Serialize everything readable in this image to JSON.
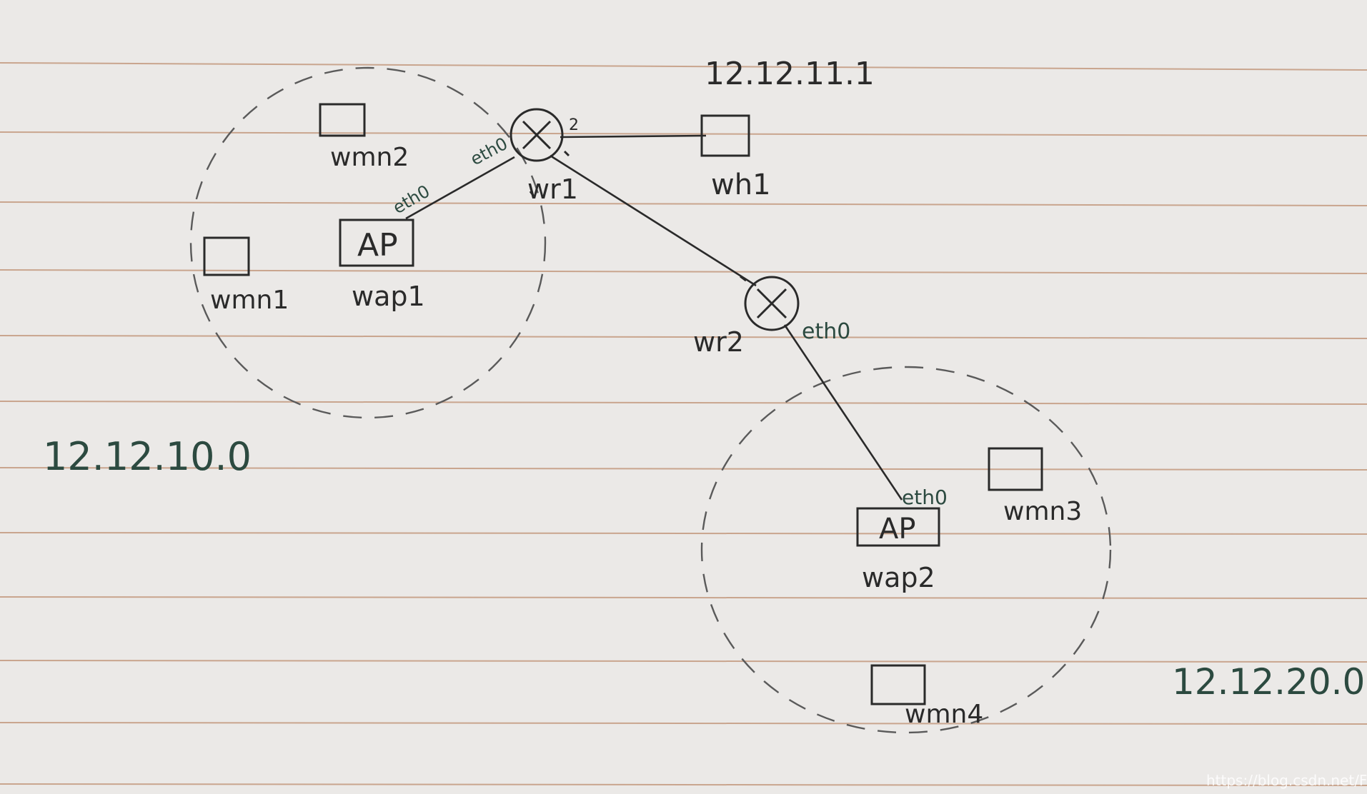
{
  "diagram": {
    "networks": {
      "net1": "12.12.10.0",
      "net2": "12.12.20.0",
      "host_ip": "12.12.11.1"
    },
    "routers": {
      "wr1": "wr1",
      "wr2": "wr2"
    },
    "hosts": {
      "wh1": "wh1"
    },
    "access_points": {
      "wap1_box": "AP",
      "wap1_name": "wap1",
      "wap2_box": "AP",
      "wap2_name": "wap2"
    },
    "stations": {
      "wmn1": "wmn1",
      "wmn2": "wmn2",
      "wmn3": "wmn3",
      "wmn4": "wmn4"
    },
    "ports": {
      "wap1_eth0": "eth0",
      "wr1_eth0": "eth0",
      "wr1_p2": "2",
      "wr2_eth0": "eth0",
      "wap2_eth0": "eth0"
    }
  },
  "watermark": "https://blog.csdn.net/FlowerMin"
}
